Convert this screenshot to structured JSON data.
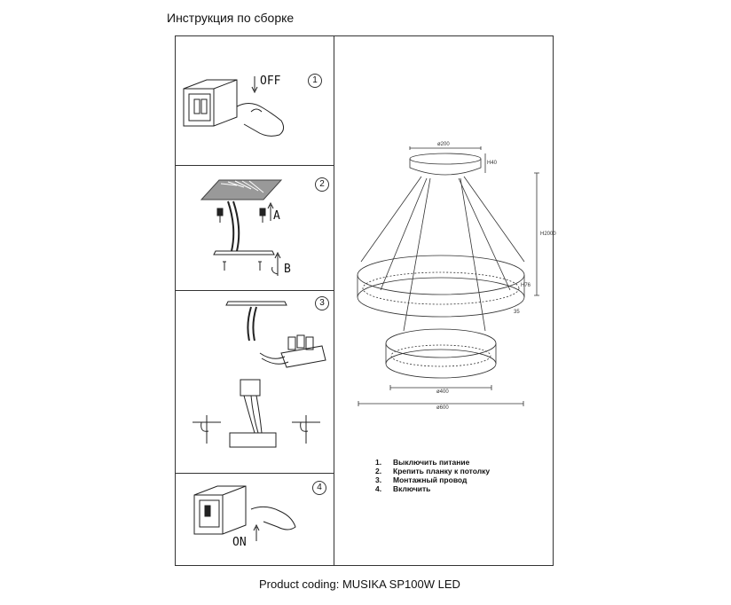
{
  "header": {
    "title": "Инструкция по сборке"
  },
  "steps_panels": [
    {
      "number": "1",
      "label": "OFF"
    },
    {
      "number": "2",
      "label_a": "A",
      "label_b": "B"
    },
    {
      "number": "3"
    },
    {
      "number": "4",
      "label": "ON"
    }
  ],
  "dimensions": {
    "canopy_diameter": "ø200",
    "canopy_height": "H40",
    "total_height": "H2000",
    "ring_height": "H76",
    "small_ring_diameter": "ø400",
    "large_ring_diameter": "ø600",
    "ring_gap": "35"
  },
  "instructions": [
    {
      "n": "1.",
      "text": "Выключить питание"
    },
    {
      "n": "2.",
      "text": "Крепить планку к потолку"
    },
    {
      "n": "3.",
      "text": "Монтажный провод"
    },
    {
      "n": "4.",
      "text": "Включить"
    }
  ],
  "footer": {
    "product_coding": "Product coding: MUSIKA SP100W LED"
  }
}
